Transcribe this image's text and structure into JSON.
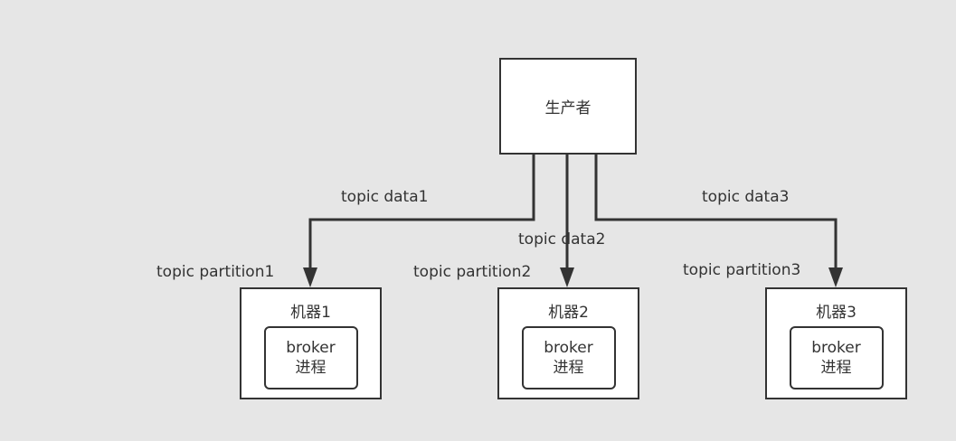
{
  "producer": {
    "label": "生产者"
  },
  "edges": [
    {
      "data_label": "topic data1",
      "partition_label": "topic partition1"
    },
    {
      "data_label": "topic data2",
      "partition_label": "topic partition2"
    },
    {
      "data_label": "topic data3",
      "partition_label": "topic partition3"
    }
  ],
  "machines": [
    {
      "title": "机器1",
      "broker_line1": "broker",
      "broker_line2": "进程"
    },
    {
      "title": "机器2",
      "broker_line1": "broker",
      "broker_line2": "进程"
    },
    {
      "title": "机器3",
      "broker_line1": "broker",
      "broker_line2": "进程"
    }
  ],
  "colors": {
    "background": "#e6e6e6",
    "stroke": "#333333",
    "fill": "#ffffff"
  }
}
